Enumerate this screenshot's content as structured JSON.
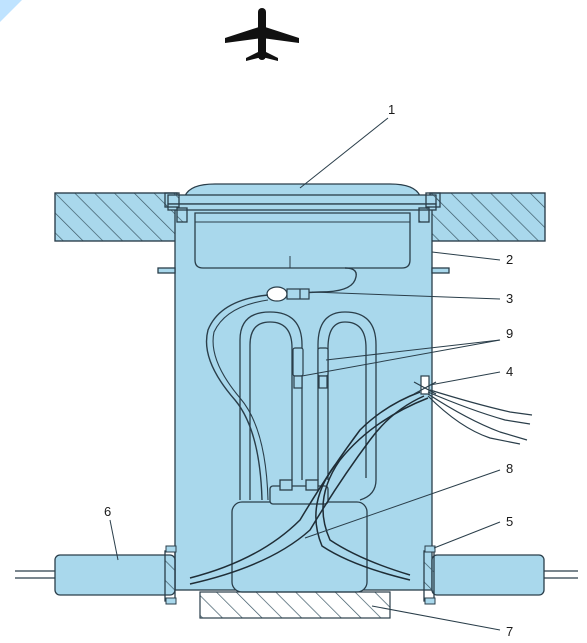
{
  "icon": "airplane-icon",
  "colors": {
    "fill": "#a9d8ec",
    "line": "#2a3e4a",
    "hatch": "#3c5866",
    "corner": "#bfe3ff"
  },
  "callouts": [
    "1",
    "2",
    "3",
    "4",
    "5",
    "6",
    "7",
    "8",
    "9"
  ]
}
